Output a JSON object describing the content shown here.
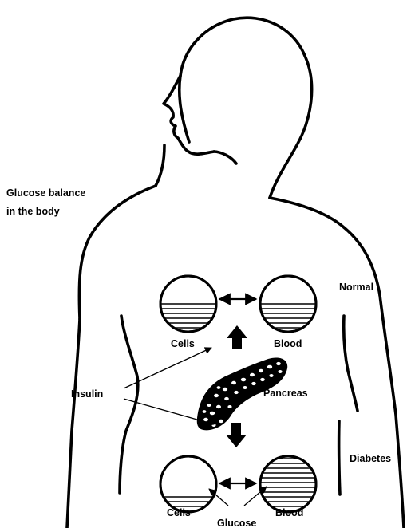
{
  "title_line1": "Glucose balance",
  "title_line2": "in the body",
  "labels": {
    "normal": "Normal",
    "diabetes": "Diabetes",
    "cells_top": "Cells",
    "blood_top": "Blood",
    "cells_bottom": "Cells",
    "blood_bottom": "Blood",
    "insulin": "Insulin",
    "pancreas": "Pancreas",
    "glucose": "Glucose"
  },
  "levels": {
    "normal_cells": 0.45,
    "normal_blood": 0.45,
    "diabetes_cells": 0.25,
    "diabetes_blood": 0.95
  }
}
